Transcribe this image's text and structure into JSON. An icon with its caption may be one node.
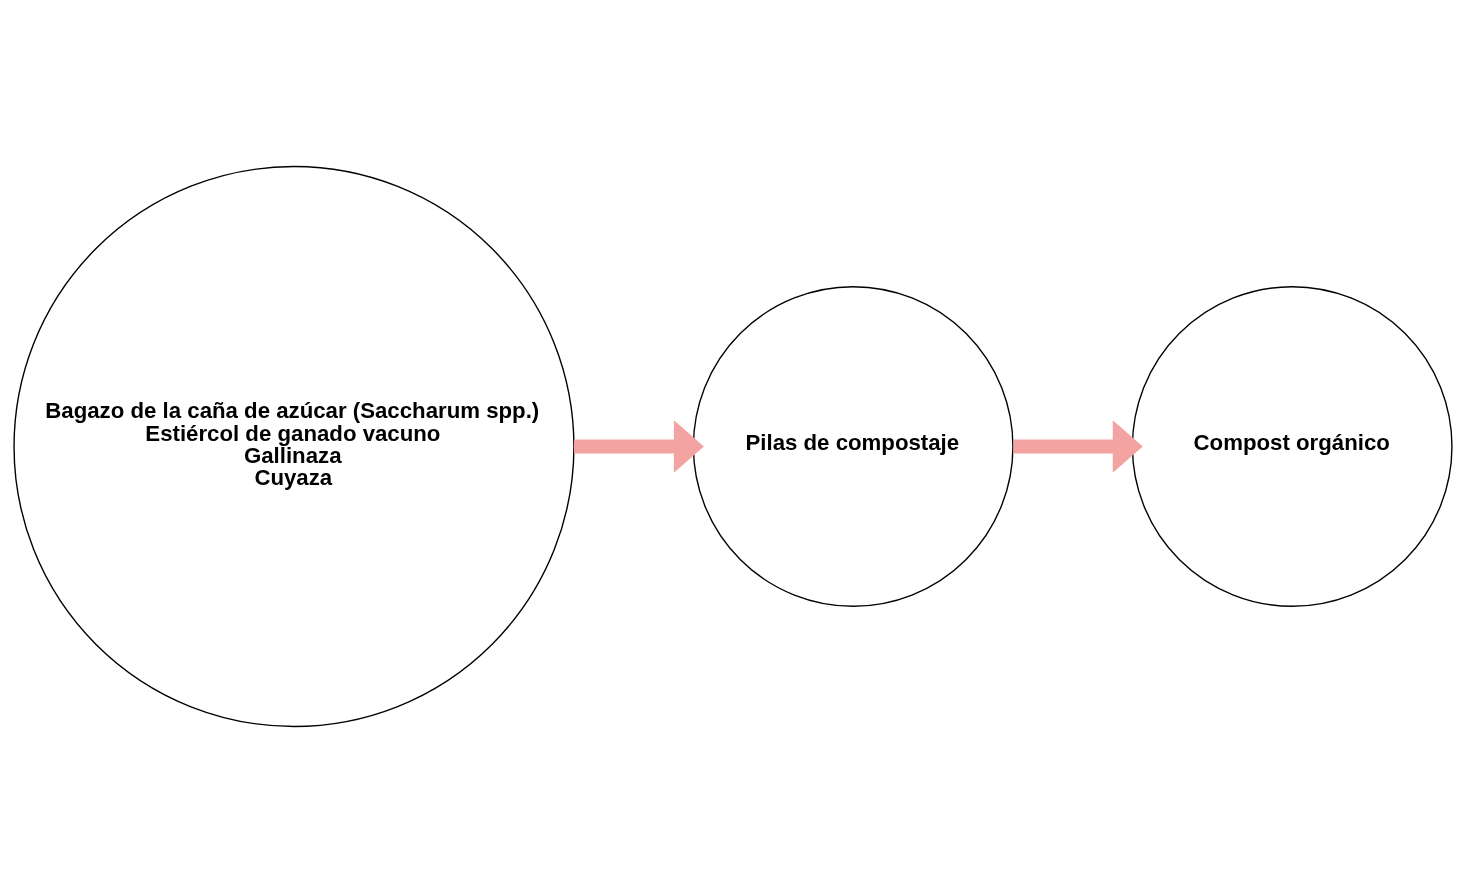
{
  "diagram": {
    "nodes": [
      {
        "text": [
          "Bagazo de la caña de azúcar (Saccharum spp.)",
          "Estiércol de ganado vacuno",
          "Gallinaza",
          "Cuyaza"
        ]
      },
      {
        "text": [
          "Pilas de compostaje"
        ]
      },
      {
        "text": [
          "Compost orgánico"
        ]
      }
    ],
    "edges": [
      {
        "from": 0,
        "to": 1,
        "arrow": "to"
      },
      {
        "from": 1,
        "to": 2,
        "arrow": "to"
      }
    ]
  }
}
